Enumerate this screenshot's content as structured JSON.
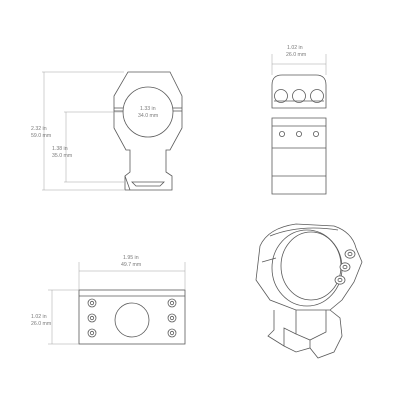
{
  "front_view": {
    "bore_dim_in": "1.33 in",
    "bore_dim_mm": "34.0 mm",
    "total_height_in": "2.32 in",
    "total_height_mm": "59.0 mm",
    "center_height_in": "1.38 in",
    "center_height_mm": "35.0 mm"
  },
  "side_view": {
    "width_in": "1.02 in",
    "width_mm": "26.0 mm"
  },
  "top_view": {
    "length_in": "1.95 in",
    "length_mm": "49.7 mm",
    "width_in": "1.02 in",
    "width_mm": "26.0 mm"
  },
  "perspective_view": {
    "label": ""
  },
  "colors": {
    "line": "#5a5a5a",
    "dimension_line": "#9a9a9a",
    "dimension_text": "#7a7a7a",
    "background": "#ffffff"
  }
}
